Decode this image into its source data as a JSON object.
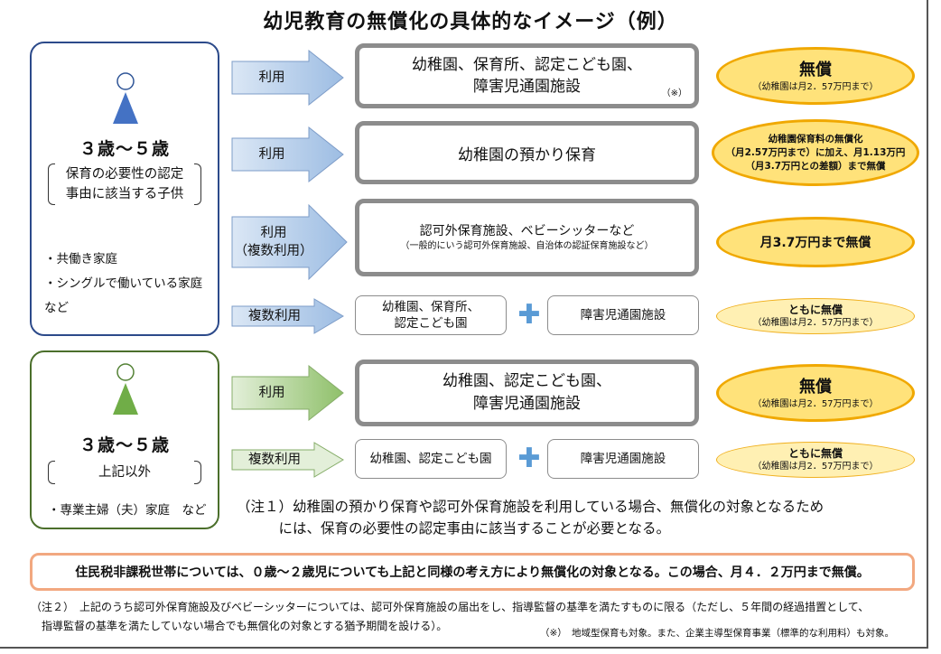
{
  "title": "幼児教育の無償化の具体的なイメージ（例）",
  "group1": {
    "age": "３歳～５歳",
    "condition": "保育の必要性の認定\n事由に該当する子供",
    "examples": [
      "・共働き家庭",
      "・シングルで働いている家庭",
      "など"
    ],
    "color": "#4472c4"
  },
  "group2": {
    "age": "３歳～５歳",
    "condition": "上記以外",
    "examples": [
      "・専業主婦（夫）家庭　など"
    ],
    "color": "#70ad47"
  },
  "rows": [
    {
      "arrow": "利用",
      "facility": "幼稚園、保育所、認定こども園、\n障害児通園施設",
      "facility_note": "（※）",
      "result_main": "無償",
      "result_sub": "（幼稚園は月2．57万円まで）"
    },
    {
      "arrow": "利用",
      "facility": "幼稚園の預かり保育",
      "result_main": "幼稚園保育料の無償化\n（月2.57万円まで）に加え、月1.13万円\n（月3.7万円との差額）まで無償"
    },
    {
      "arrow": "利用\n（複数利用）",
      "facility": "認可外保育施設、ベビーシッターなど",
      "facility_sub": "（一般的にいう認可外保育施設、自治体の認証保育施設など）",
      "result_main": "月3.7万円まで無償"
    },
    {
      "arrow": "複数利用",
      "facility_left": "幼稚園、保育所、\n認定こども園",
      "facility_right": "障害児通園施設",
      "result_main": "ともに無償",
      "result_sub": "（幼稚園は月2．57万円まで）"
    },
    {
      "arrow": "利用",
      "facility": "幼稚園、認定こども園、\n障害児通園施設",
      "result_main": "無償",
      "result_sub": "（幼稚園は月2．57万円まで）"
    },
    {
      "arrow": "複数利用",
      "facility_left": "幼稚園、認定こども園",
      "facility_right": "障害児通園施設",
      "result_main": "ともに無償",
      "result_sub": "（幼稚園は月2．57万円まで）"
    }
  ],
  "plus_symbol": "✚",
  "note1": "（注１）幼稚園の預かり保育や認可外保育施設を利用している場合、無償化の対象となるため\n　　　には、保育の必要性の認定事由に該当することが必要となる。",
  "bottom_box": "住民税非課税世帯については、０歳～２歳児についても上記と同様の考え方により無償化の対象となる。この場合、月４．２万円まで無償。",
  "note2": "（注２）　上記のうち認可外保育施設及びベビーシッターについては、認可外保育施設の届出をし、指導監督の基準を満たすものに限る（ただし、５年間の経過措置として、\n　指導監督の基準を満たしていない場合でも無償化の対象とする猶予期間を設ける）。",
  "note3": "（※）　地域型保育も対象。また、企業主導型保育事業（標準的な利用料）も対象。"
}
